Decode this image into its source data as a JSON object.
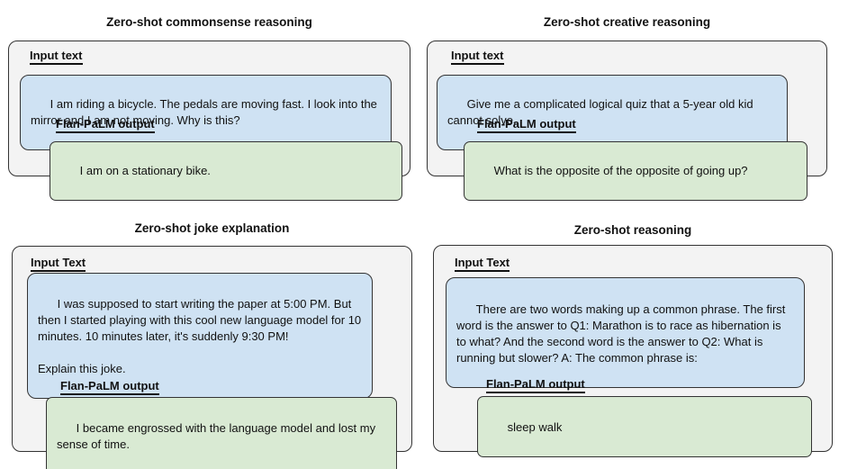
{
  "panels": [
    {
      "title": "Zero-shot commonsense reasoning",
      "input_label": "Input text",
      "input_text": "I am riding a bicycle. The pedals are moving fast. I look into the mirror and I am not moving. Why is this?",
      "output_label": "Flan-PaLM output",
      "output_text": "I am on a stationary bike."
    },
    {
      "title": "Zero-shot creative reasoning",
      "input_label": "Input text",
      "input_text": "Give me a complicated logical quiz that a 5-year old kid cannot solve.",
      "output_label": "Flan-PaLM output",
      "output_text": "What is the opposite of the opposite of going up?"
    },
    {
      "title": "Zero-shot joke explanation",
      "input_label": "Input Text",
      "input_text": "I was supposed to start writing the paper at 5:00 PM. But then I started playing with this cool new language model for 10 minutes. 10 minutes later, it's suddenly 9:30 PM!\n\nExplain this joke.",
      "output_label": "Flan-PaLM output",
      "output_text": "I became engrossed with the language model and lost my sense of time."
    },
    {
      "title": "Zero-shot reasoning",
      "input_label": "Input Text",
      "input_text": "There are two words making up a common phrase. The first word is the answer to Q1: Marathon is to race as hibernation is to what? And the second word is the answer to Q2: What is running but slower? A: The common phrase is:",
      "output_label": "Flan-PaLM output",
      "output_text": "sleep walk"
    }
  ],
  "colors": {
    "input_bubble": "#cfe2f3",
    "output_bubble": "#d9ead3",
    "panel_background": "#f3f3f3",
    "border": "#333333",
    "text": "#111111"
  }
}
